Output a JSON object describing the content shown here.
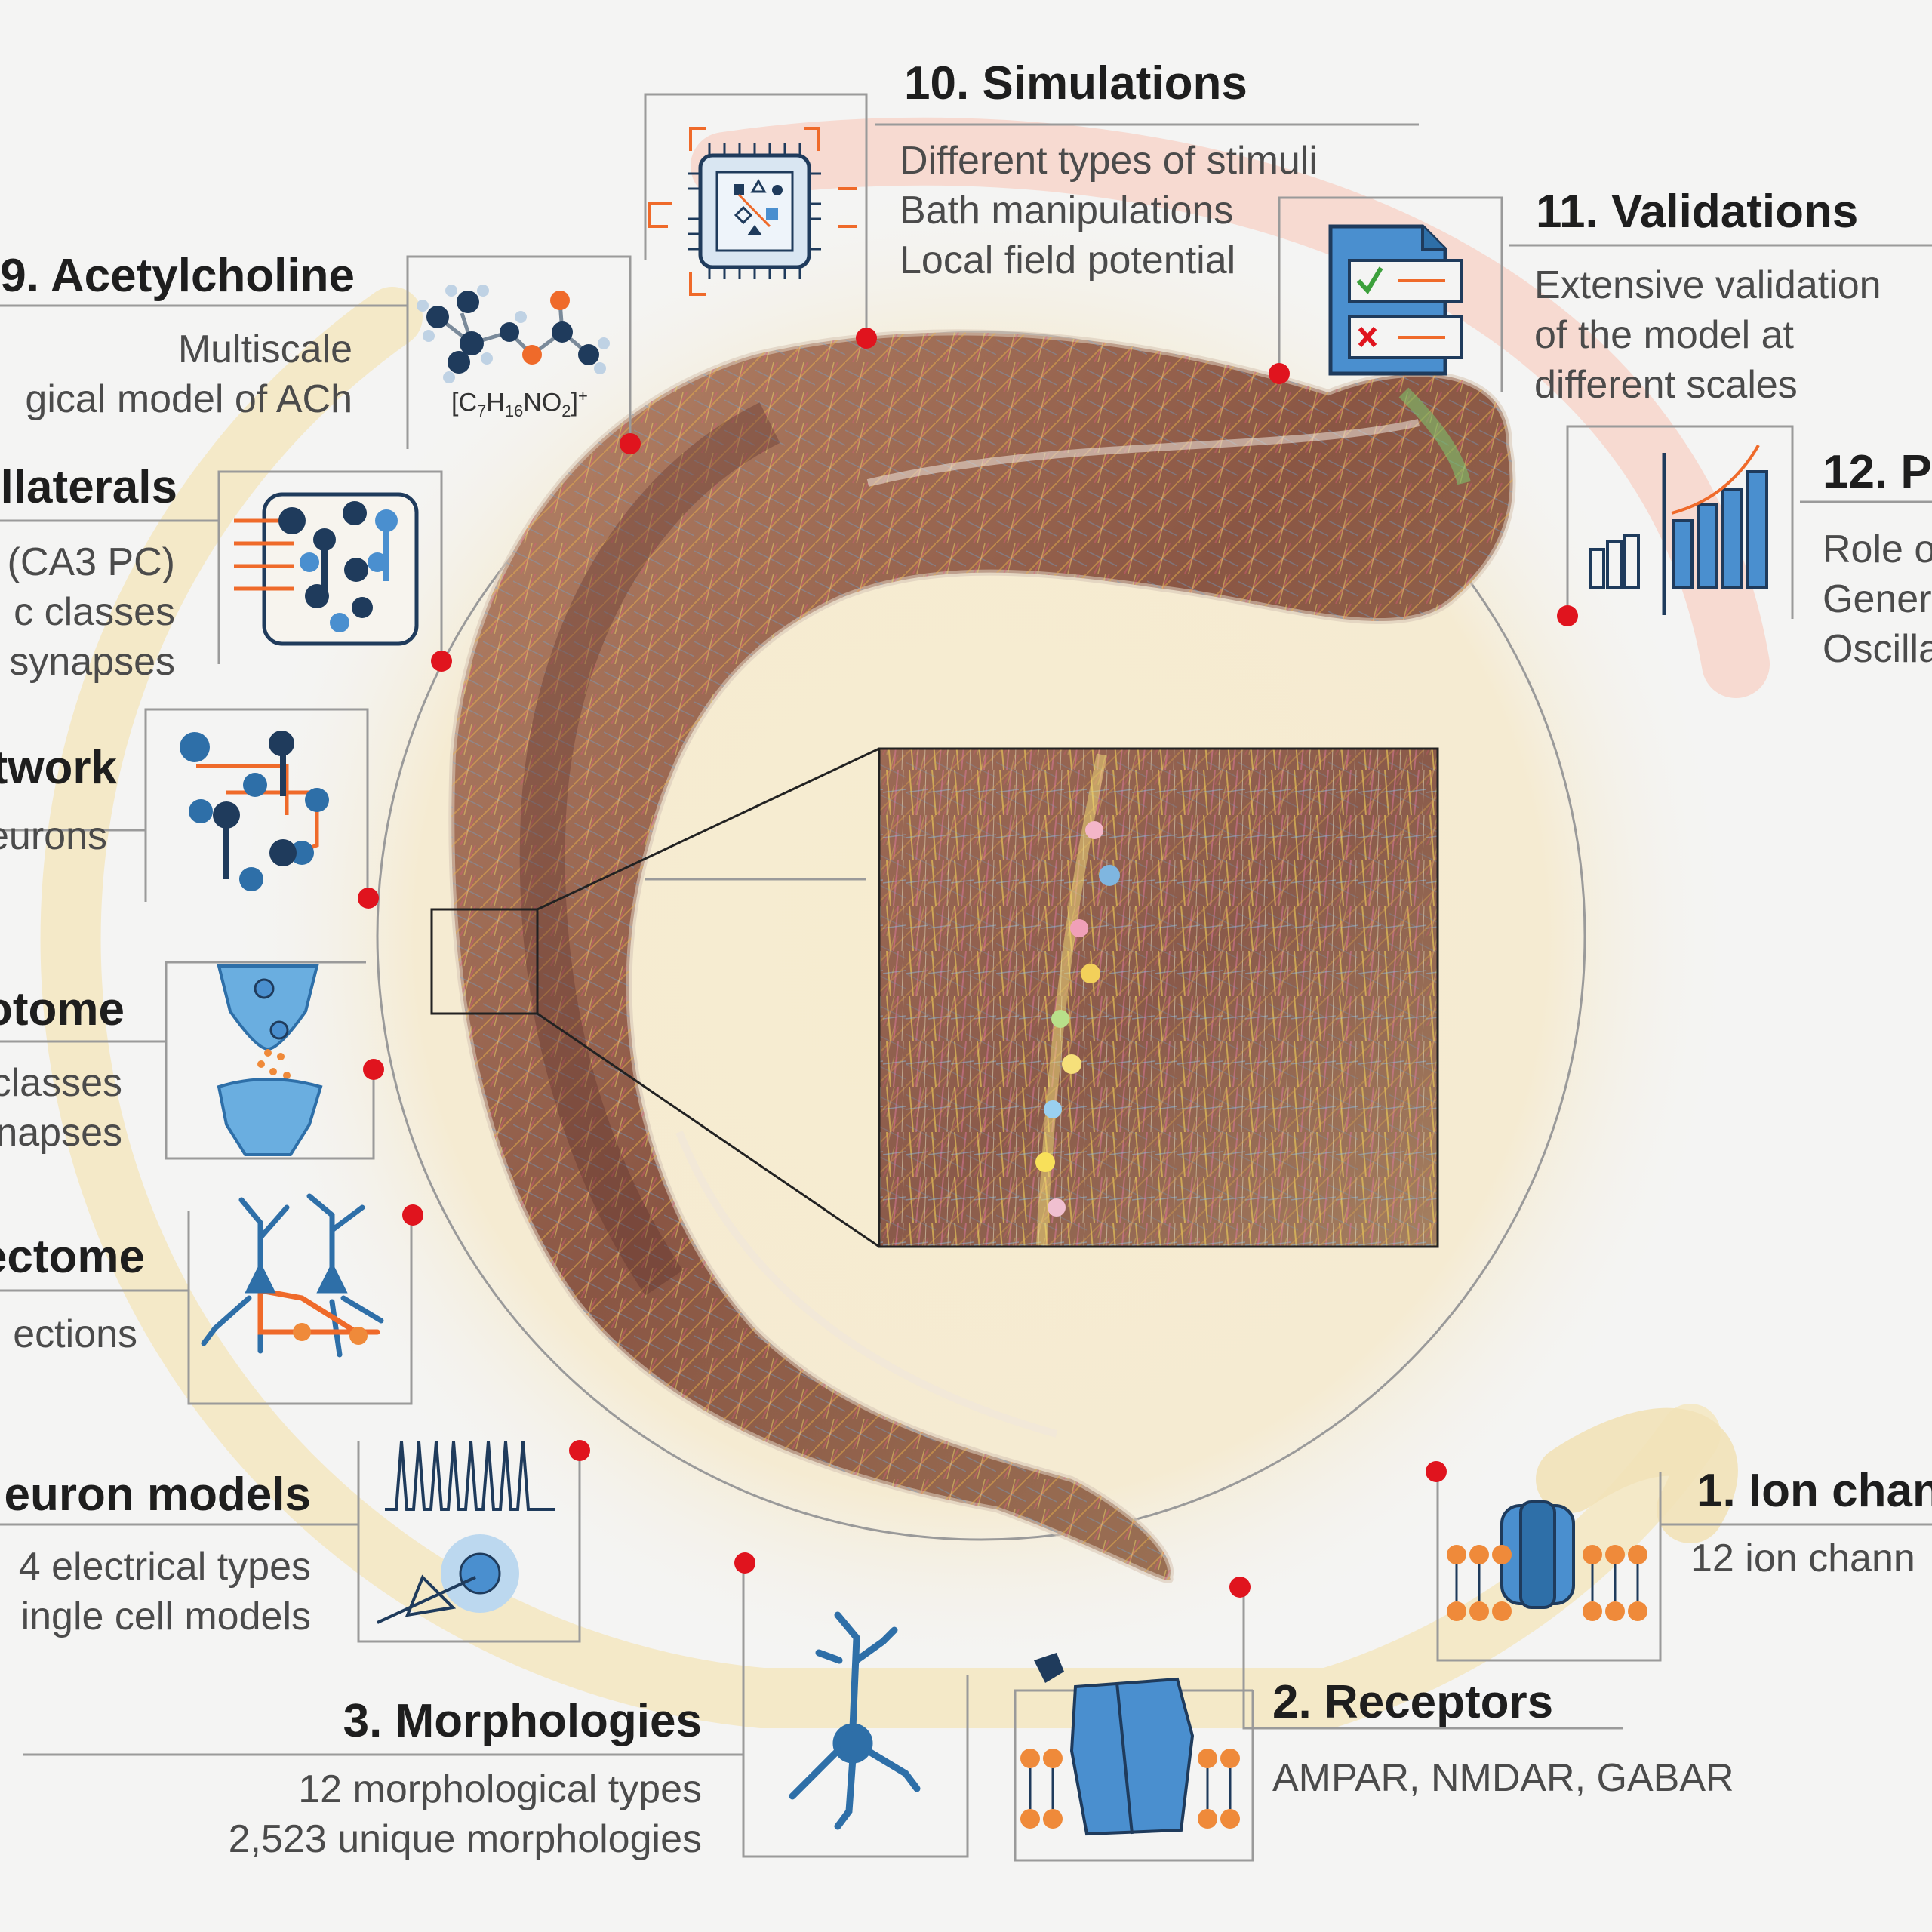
{
  "colors": {
    "accent_red": "#e0141e",
    "icon_blue": "#4a8fcf",
    "icon_navy": "#1f3b5c",
    "icon_orange": "#ef6a2a",
    "ring_yellow": "#f3e3b6",
    "ring_pink": "#f6c9c0",
    "tissue_brown": "#7a4a3a"
  },
  "items": [
    {
      "id": "ion-channels",
      "title": "1. Ion chan",
      "lines": [
        "12 ion chann"
      ],
      "icon": "ion-channel-membrane-icon"
    },
    {
      "id": "receptors",
      "title": "2. Receptors",
      "lines": [
        "AMPAR, NMDAR, GABAR"
      ],
      "icon": "receptor-membrane-icon"
    },
    {
      "id": "morphologies",
      "title": "3. Morphologies",
      "lines": [
        "12 morphological types",
        "2,523 unique morphologies"
      ],
      "icon": "neuron-morphology-icon"
    },
    {
      "id": "neuron-models",
      "title": "euron models",
      "lines": [
        "4 electrical types",
        "ingle cell models"
      ],
      "icon": "spike-train-electrode-icon"
    },
    {
      "id": "connectome",
      "title": "ectome",
      "lines": [
        "ections"
      ],
      "icon": "connected-neurons-icon"
    },
    {
      "id": "synaptome",
      "title": "otome",
      "lines": [
        "classes",
        "napses"
      ],
      "icon": "synapse-icon"
    },
    {
      "id": "network",
      "title": "twork",
      "lines": [
        "eurons"
      ],
      "icon": "network-icon"
    },
    {
      "id": "collaterals",
      "title": "llaterals",
      "lines": [
        "(CA3 PC)",
        "c classes",
        "synapses"
      ],
      "icon": "collateral-input-icon"
    },
    {
      "id": "acetylcholine",
      "title": "9. Acetylcholine",
      "lines": [
        "Multiscale",
        "gical model of ACh"
      ],
      "icon": "acetylcholine-molecule-icon",
      "formula": {
        "base": "[C",
        "s1": "7",
        "h": "H",
        "s2": "16",
        "no": "NO",
        "s3": "2",
        "tail": "]",
        "sup": "+"
      }
    },
    {
      "id": "simulations",
      "title": "10. Simulations",
      "lines": [
        "Different types of stimuli",
        "Bath manipulations",
        "Local field potential"
      ],
      "icon": "chip-icon"
    },
    {
      "id": "validations",
      "title": "11. Validations",
      "lines": [
        "Extensive validation",
        "of the model at",
        "different scales"
      ],
      "icon": "checklist-icon"
    },
    {
      "id": "predictions",
      "title": "12. P",
      "lines": [
        "Role o",
        "Gener",
        "Oscilla"
      ],
      "icon": "bar-chart-icon"
    }
  ]
}
